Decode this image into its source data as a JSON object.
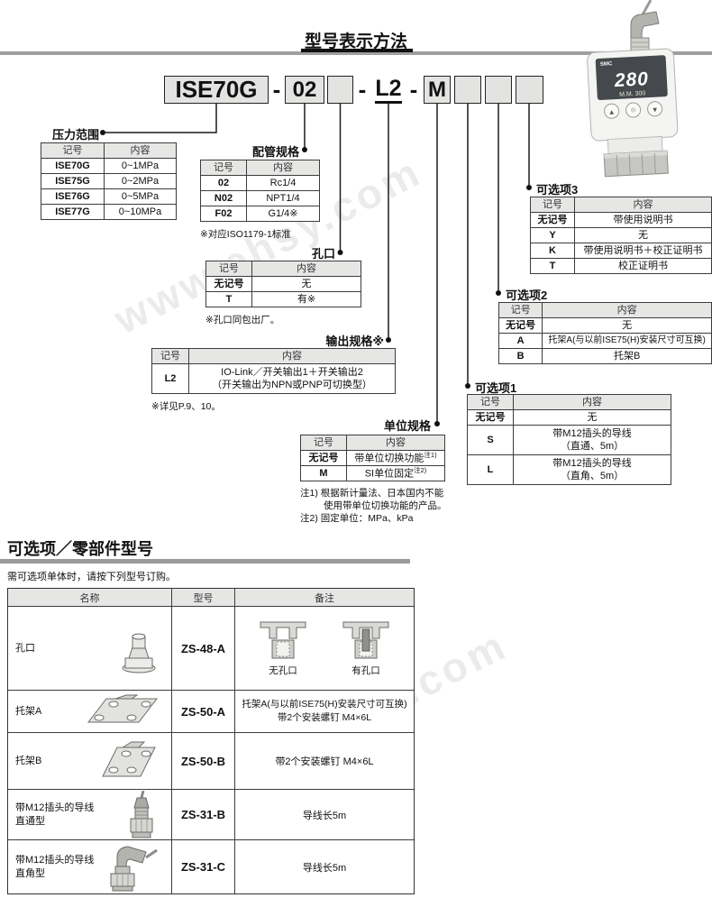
{
  "page": {
    "title": "型号表示方法",
    "watermark": "www.ehsy.com"
  },
  "model_code": {
    "box1": "ISE70G",
    "dash": "-",
    "box2": "02",
    "box3": "",
    "l2": "L2",
    "box4": "M"
  },
  "cols": {
    "sym": "记号",
    "desc": "内容"
  },
  "tables": {
    "pressure": {
      "label": "压力范围",
      "rows": [
        [
          "ISE70G",
          "0~1MPa"
        ],
        [
          "ISE75G",
          "0~2MPa"
        ],
        [
          "ISE76G",
          "0~5MPa"
        ],
        [
          "ISE77G",
          "0~10MPa"
        ]
      ]
    },
    "piping": {
      "label": "配管规格",
      "rows": [
        [
          "02",
          "Rc1/4"
        ],
        [
          "N02",
          "NPT1/4"
        ],
        [
          "F02",
          "G1/4※"
        ]
      ],
      "note": "※对应ISO1179-1标准"
    },
    "orifice": {
      "label": "孔口",
      "rows": [
        [
          "无记号",
          "无"
        ],
        [
          "T",
          "有※"
        ]
      ],
      "note": "※孔口同包出厂。"
    },
    "output": {
      "label": "输出规格※",
      "sym": "L2",
      "desc_line1": "IO-Link／开关输出1＋开关输出2",
      "desc_line2": "（开关输出为NPN或PNP可切换型）",
      "note": "※详见P.9、10。"
    },
    "unit": {
      "label": "单位规格",
      "rows": [
        {
          "sym": "无记号",
          "desc": "带单位切换功能",
          "sup": "注1)"
        },
        {
          "sym": "M",
          "desc": "SI单位固定",
          "sup": "注2)"
        }
      ],
      "note1": "注1) 根据新计量法、日本国内不能使用带单位切换功能的产品。",
      "note2": "注2) 固定单位：MPa、kPa"
    },
    "option1": {
      "label": "可选项1",
      "row0": [
        "无记号",
        "无"
      ],
      "row1": {
        "sym": "S",
        "line1": "带M12插头的导线",
        "line2": "（直通、5m）"
      },
      "row2": {
        "sym": "L",
        "line1": "带M12插头的导线",
        "line2": "（直角、5m）"
      }
    },
    "option2": {
      "label": "可选项2",
      "rows": [
        [
          "无记号",
          "无"
        ],
        [
          "A",
          "托架A(与以前ISE75(H)安装尺寸可互换)"
        ],
        [
          "B",
          "托架B"
        ]
      ]
    },
    "option3": {
      "label": "可选项3",
      "rows": [
        [
          "无记号",
          "带使用说明书"
        ],
        [
          "Y",
          "无"
        ],
        [
          "K",
          "带使用说明书＋校正证明书"
        ],
        [
          "T",
          "校正证明书"
        ]
      ]
    }
  },
  "parts": {
    "heading": "可选项／零部件型号",
    "order_note": "需可选项单体时，请按下列型号订购。",
    "headers": [
      "名称",
      "型号",
      "备注"
    ],
    "row1": {
      "name": "孔口",
      "model": "ZS-48-A",
      "fig_label1": "无孔口",
      "fig_label2": "有孔口"
    },
    "row2": {
      "name": "托架A",
      "model": "ZS-50-A",
      "remark_line1": "托架A(与以前ISE75(H)安装尺寸可互换)",
      "remark_line2": "带2个安装螺钉 M4×6L"
    },
    "row3": {
      "name": "托架B",
      "model": "ZS-50-B",
      "remark": "带2个安装螺钉 M4×6L"
    },
    "row4": {
      "name_line1": "带M12插头的导线",
      "name_line2": "直通型",
      "model": "ZS-31-B",
      "remark": "导线长5m"
    },
    "row5": {
      "name_line1": "带M12插头的导线",
      "name_line2": "直角型",
      "model": "ZS-31-C",
      "remark": "导线长5m"
    }
  },
  "sensor": {
    "logo": "SMC",
    "display_main": "280",
    "display_sub": "M.M.  300"
  }
}
